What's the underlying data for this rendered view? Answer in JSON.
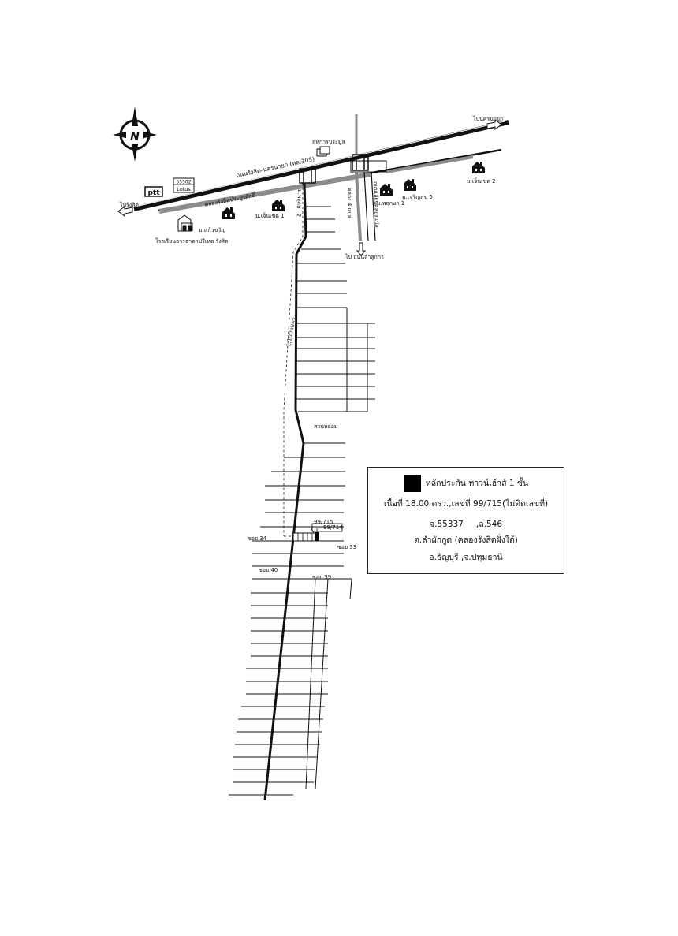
{
  "colors": {
    "ink": "#111111",
    "canal": "#8c8c8c",
    "background": "#ffffff",
    "property": "#000000"
  },
  "compass": {
    "label": "N",
    "icon": "compass-rose-icon"
  },
  "labels": {
    "to_rangsit": "ไปรังสิต",
    "to_nakhon_nayok": "ไปนครนายก",
    "main_road": "ถนนรังสิต-นครนายก (ทล.305)",
    "canal": "คลองรังสิตประยูรศักดิ์",
    "ptt": "ptt",
    "lotus_number": "55502",
    "lotus_name": "Lotus",
    "school": "โรงเรียนธารธาดาปรีเหต รังสิต",
    "kaew_khwan": "ม.แก้วขวัญ",
    "chinnakhet1": "ม.เจ็นเขต 1",
    "sahakan": "สหการประมูล",
    "chinnakhet2": "ม.เจ็นเขต 2",
    "charoen_suk5": "ม.เจริญสุข 5",
    "pruksa1": "ม.พฤกษา 1",
    "khlong_label": "คลอง 4 แปล",
    "side_road": "ถนนเลียบคลองแปล",
    "to_lamlukka": "ไป ถนนลำลูกกา",
    "pruksa2_road": "ม.พฤกษา 2",
    "distance": "1,100 เมตร",
    "park": "สวนหย่อม",
    "plot_a": "99/715",
    "plot_b": "99/714",
    "soi34": "ซอย 34",
    "soi33": "ซอย 33",
    "soi40": "ซอย 40",
    "soi39": "ซอย 39"
  },
  "legend": {
    "title": "หลักประกัน ทาวน์เฮ้าส์ 1 ชั้น",
    "area": "เนื้อที่ 18.00 ตรว.,เลขที่ 99/715(ไม่ติดเลขที่)",
    "deed": "จ.55337",
    "survey": ",ล.546",
    "subdistrict": "ต.ลำผักกูด (คลองรังสิตฝั่งใต้)",
    "district": "อ.ธัญบุรี ,จ.ปทุมธานี"
  }
}
